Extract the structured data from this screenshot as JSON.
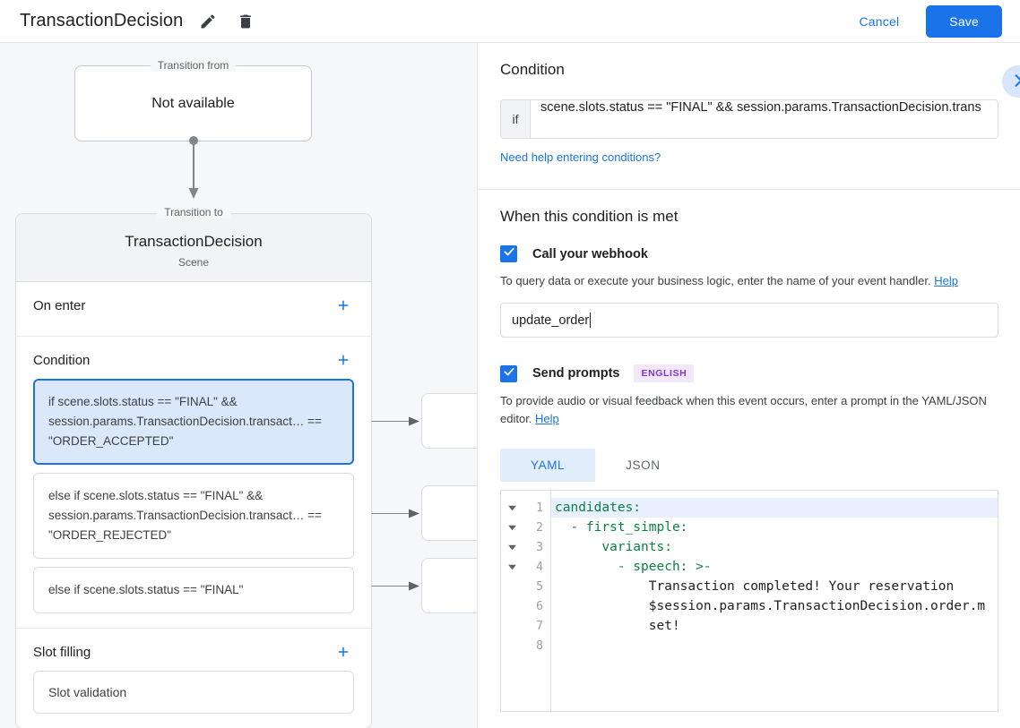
{
  "topbar": {
    "title": "TransactionDecision",
    "edit_icon": "pencil-icon",
    "delete_icon": "trash-icon",
    "cancel_label": "Cancel",
    "save_label": "Save",
    "accent_color": "#1a73e8"
  },
  "canvas": {
    "transition_from": {
      "legend": "Transition from",
      "value": "Not available"
    },
    "transition_to": {
      "legend": "Transition to",
      "scene_name": "TransactionDecision",
      "scene_type": "Scene"
    },
    "sections": [
      {
        "title": "On enter",
        "add_label": "+"
      },
      {
        "title": "Condition",
        "add_label": "+"
      },
      {
        "title": "Slot filling",
        "add_label": "+"
      }
    ],
    "conditions": [
      {
        "text": "if scene.slots.status == \"FINAL\" && session.params.TransactionDecision.transact… == \"ORDER_ACCEPTED\"",
        "selected": true
      },
      {
        "text": "else if scene.slots.status == \"FINAL\" && session.params.TransactionDecision.transact… == \"ORDER_REJECTED\"",
        "selected": false
      },
      {
        "text": "else if scene.slots.status == \"FINAL\"",
        "selected": false
      }
    ],
    "slot_filling_items": [
      {
        "text": "Slot validation"
      }
    ]
  },
  "panel": {
    "condition": {
      "heading": "Condition",
      "expand_icon": "chevron-right-icon",
      "if_prefix": "if",
      "value": "scene.slots.status == \"FINAL\" && session.params.TransactionDecision.trans",
      "help_link": "Need help entering conditions?"
    },
    "when_met": {
      "heading": "When this condition is met",
      "webhook": {
        "checked": true,
        "label": "Call your webhook",
        "helper_prefix": "To query data or execute your business logic, enter the name of your event handler.",
        "helper_link": "Help",
        "value": "update_order"
      },
      "prompts": {
        "checked": true,
        "label": "Send prompts",
        "language_badge": "ENGLISH",
        "helper_prefix": "To provide audio or visual feedback when this event occurs, enter a prompt in the YAML/JSON editor.",
        "helper_link": "Help",
        "tabs": [
          {
            "label": "YAML",
            "active": true
          },
          {
            "label": "JSON",
            "active": false
          }
        ],
        "editor": {
          "lines": [
            {
              "n": "1",
              "fold": true,
              "highlight": true,
              "text": "candidates:"
            },
            {
              "n": "2",
              "fold": true,
              "highlight": false,
              "text": "  - first_simple:"
            },
            {
              "n": "3",
              "fold": true,
              "highlight": false,
              "text": "      variants:"
            },
            {
              "n": "4",
              "fold": true,
              "highlight": false,
              "text": "        - speech: >-"
            },
            {
              "n": "5",
              "fold": false,
              "highlight": false,
              "text": "            Transaction completed! Your reservation"
            },
            {
              "n": "6",
              "fold": false,
              "highlight": false,
              "text": "            $session.params.TransactionDecision.order.m"
            },
            {
              "n": "7",
              "fold": false,
              "highlight": false,
              "text": "            set!"
            },
            {
              "n": "8",
              "fold": false,
              "highlight": false,
              "text": ""
            }
          ]
        }
      }
    }
  }
}
